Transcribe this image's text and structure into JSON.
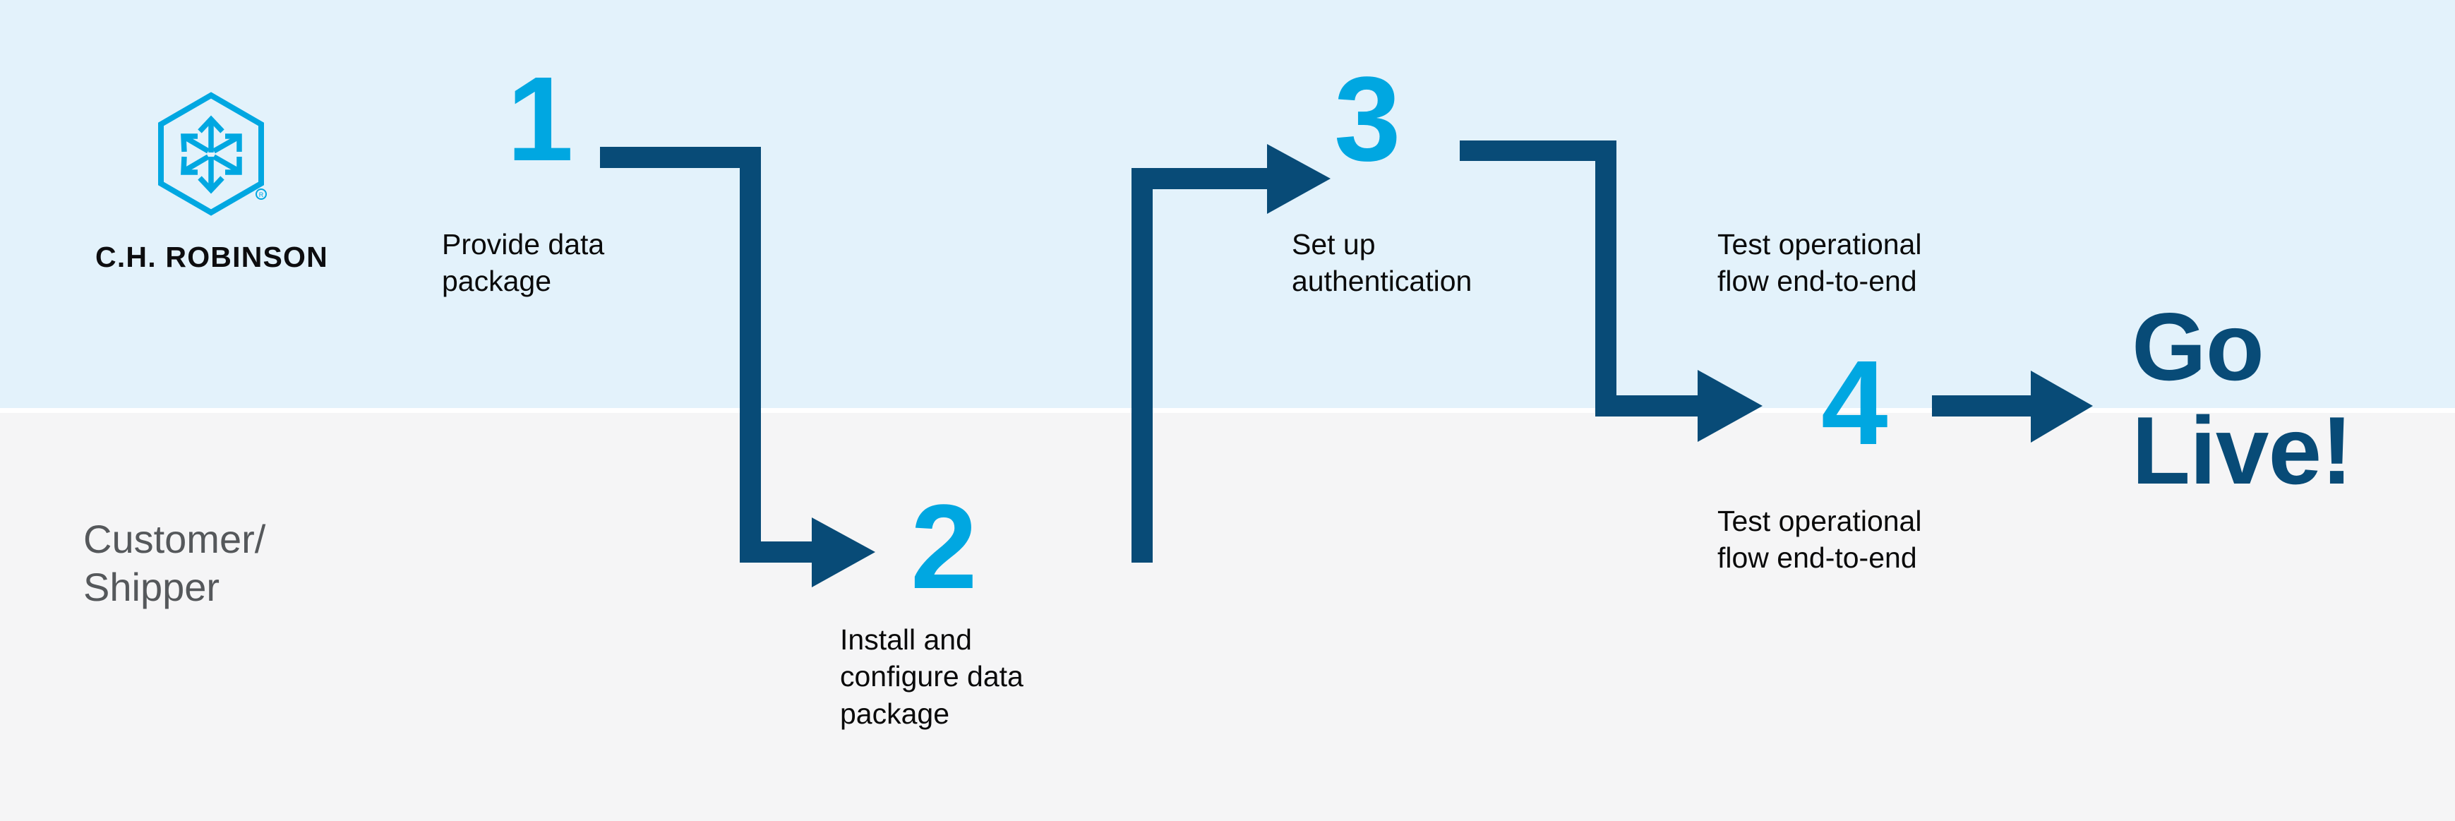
{
  "brand": {
    "name": "C.H. ROBINSON",
    "logo_icon": "hexagon-cube-arrows-icon",
    "registered_mark": "®",
    "logo_color": "#00a7e1"
  },
  "colors": {
    "band_top": "#e3f2fb",
    "band_bottom": "#f5f5f6",
    "accent_light_blue": "#00a7e1",
    "accent_dark_blue": "#084b77",
    "caption_text": "#0a0a0a",
    "lane_text": "#55585b"
  },
  "lanes": [
    {
      "label": "",
      "name": "ch-robinson-lane"
    },
    {
      "label": "Customer/\nShipper",
      "name": "customer-shipper-lane"
    }
  ],
  "lane_label": "Customer/\nShipper",
  "steps": [
    {
      "number": "1",
      "caption": "Provide data\npackage",
      "lane": "ch-robinson"
    },
    {
      "number": "2",
      "caption": "Install and\nconfigure data\npackage",
      "lane": "customer-shipper"
    },
    {
      "number": "3",
      "caption": "Set up\nauthentication",
      "lane": "ch-robinson"
    },
    {
      "number": "4",
      "caption": "Test operational\nflow end-to-end",
      "lane": "customer-shipper",
      "caption_above": "Test operational\nflow end-to-end"
    }
  ],
  "final": {
    "label": "Go\nLive!"
  },
  "connectors": [
    {
      "name": "connector-1-to-2",
      "from": "1",
      "to": "2",
      "shape": "down-right-arrow"
    },
    {
      "name": "connector-2-to-3",
      "from": "2",
      "to": "3",
      "shape": "right-up-right-arrow"
    },
    {
      "name": "connector-3-to-4",
      "from": "3",
      "to": "4",
      "shape": "right-down-right-arrow"
    },
    {
      "name": "connector-4-to-golive",
      "from": "4",
      "to": "Go Live!",
      "shape": "right-arrow"
    }
  ]
}
